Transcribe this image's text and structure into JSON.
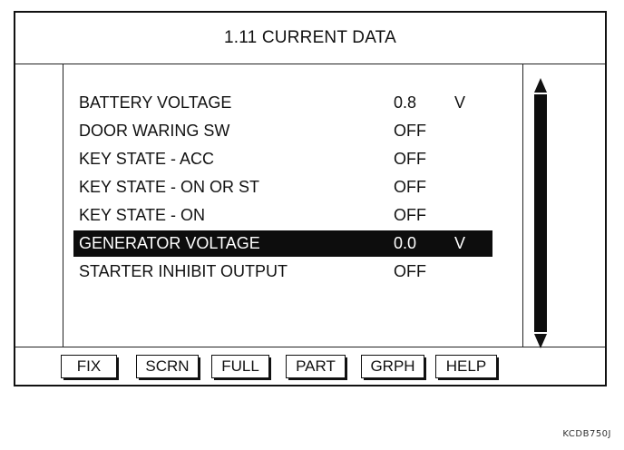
{
  "title": "1.11 CURRENT DATA",
  "rows": [
    {
      "label": "BATTERY VOLTAGE",
      "value": "0.8",
      "unit": "V",
      "selected": false
    },
    {
      "label": "DOOR WARING SW",
      "value": "OFF",
      "unit": "",
      "selected": false
    },
    {
      "label": "KEY STATE - ACC",
      "value": "OFF",
      "unit": "",
      "selected": false
    },
    {
      "label": "KEY STATE - ON OR ST",
      "value": "OFF",
      "unit": "",
      "selected": false
    },
    {
      "label": "KEY STATE - ON",
      "value": "OFF",
      "unit": "",
      "selected": false
    },
    {
      "label": "GENERATOR VOLTAGE",
      "value": "0.0",
      "unit": "V",
      "selected": true
    },
    {
      "label": "STARTER INHIBIT OUTPUT",
      "value": "OFF",
      "unit": "",
      "selected": false
    }
  ],
  "function_keys": [
    "FIX",
    "SCRN",
    "FULL",
    "PART",
    "GRPH",
    "HELP"
  ],
  "scrollbar": {
    "up_icon": "triangle-up",
    "down_icon": "triangle-down"
  },
  "figure_code": "KCDB750J",
  "colors": {
    "selected_bg": "#0d0d0d",
    "selected_fg": "#ffffff"
  }
}
